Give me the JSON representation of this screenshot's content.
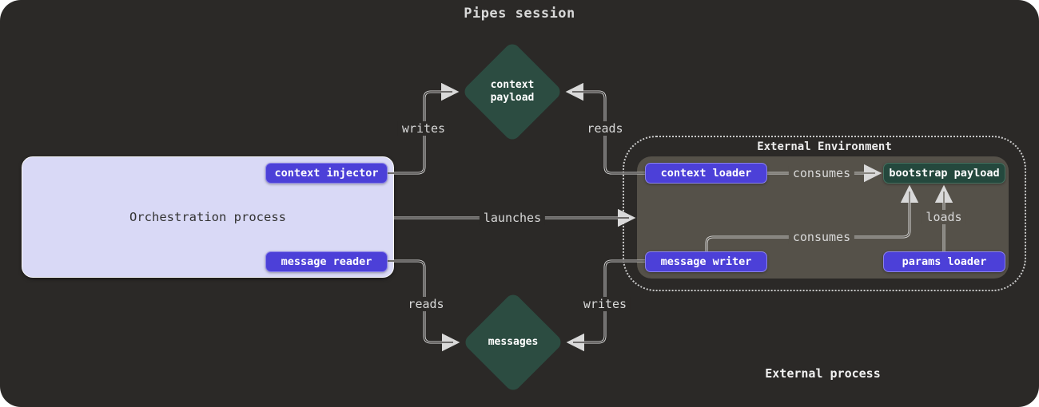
{
  "title": "Pipes session",
  "colors": {
    "canvas_bg": "#2b2927",
    "node_purple": "#4c40d8",
    "node_teal": "#24483d",
    "diamond_teal": "#2c4c41",
    "orchestration_bg": "#d9d9f6",
    "external_process_bg": "#555149",
    "line": "#d9d9d9"
  },
  "nodes": {
    "orchestration": "Orchestration process",
    "context_injector": "context injector",
    "message_reader": "message reader",
    "external_environment": "External Environment",
    "external_process": "External process",
    "context_loader": "context loader",
    "bootstrap_payload": "bootstrap payload",
    "message_writer": "message writer",
    "params_loader": "params loader",
    "context_payload": "context payload",
    "messages": "messages"
  },
  "edges": {
    "writes_top": "writes",
    "reads_top": "reads",
    "launches": "launches",
    "reads_bottom": "reads",
    "writes_bottom": "writes",
    "consumes_top": "consumes",
    "consumes_bottom": "consumes",
    "loads": "loads"
  }
}
